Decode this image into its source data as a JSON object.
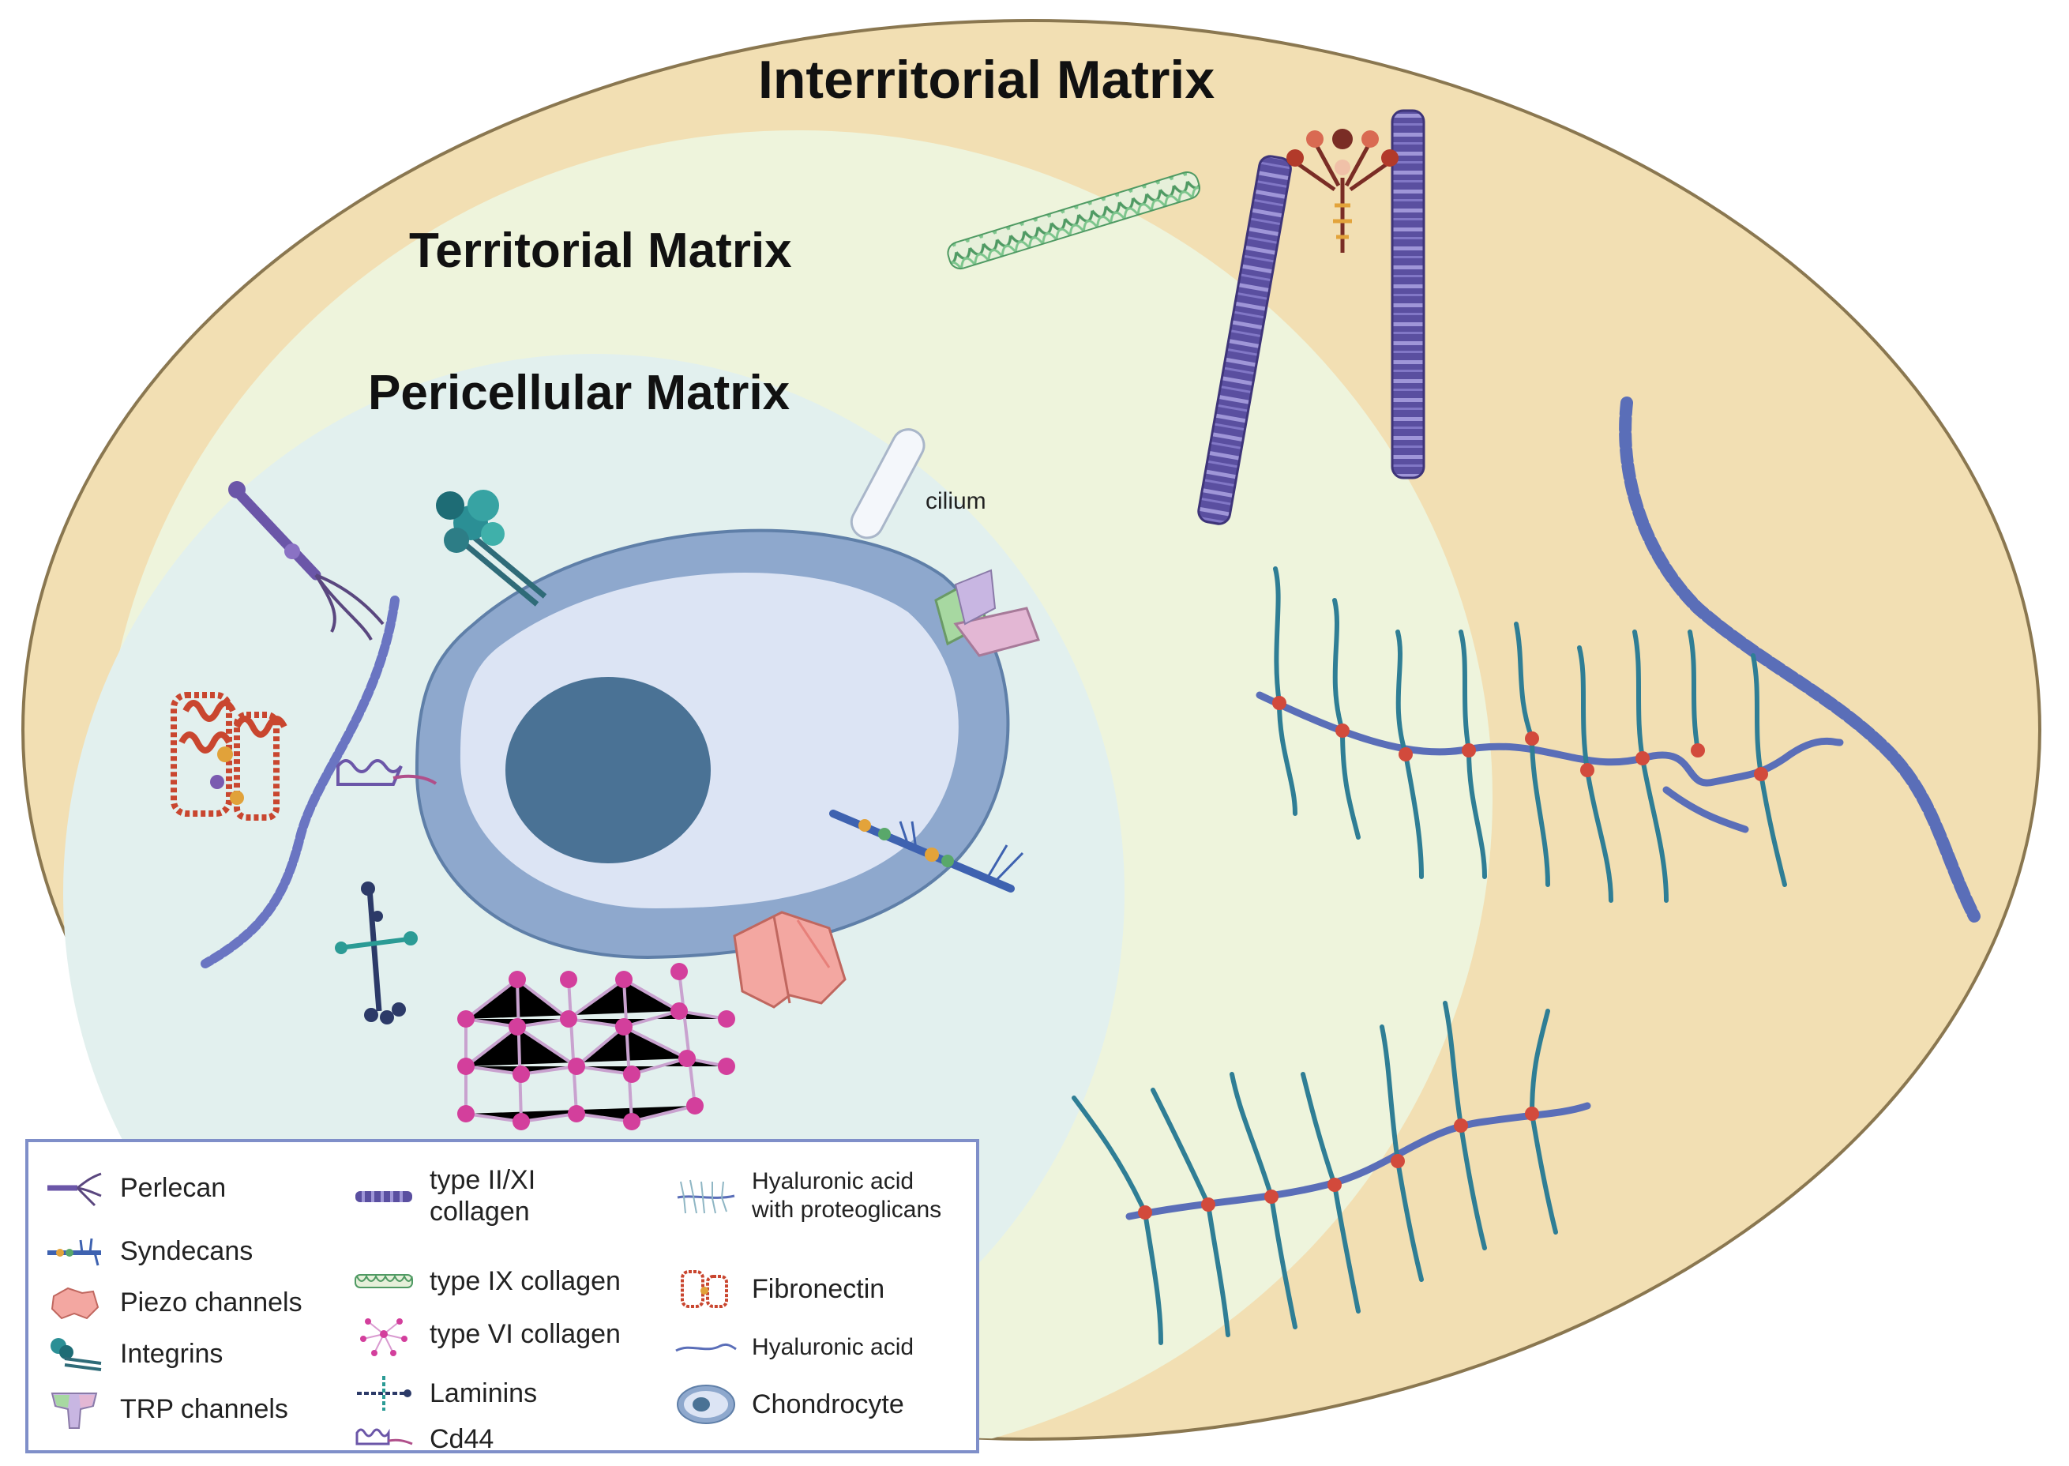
{
  "zones": {
    "interterritorial": "Interritorial Matrix",
    "territorial": "Territorial Matrix",
    "pericellular": "Pericellular Matrix"
  },
  "cell_label": "cilium",
  "legend": {
    "col1": [
      "Perlecan",
      "Syndecans",
      "Piezo channels",
      "Integrins",
      "TRP channels"
    ],
    "col2": [
      "type II/XI\ncollagen",
      "type IX collagen",
      "type VI collagen",
      "Laminins",
      "Cd44"
    ],
    "col3": [
      "Hyaluronic acid\nwith proteoglicans",
      "Fibronectin",
      "Hyaluronic acid",
      "Chondrocyte"
    ]
  },
  "colors": {
    "interterritorial": "#f2dfb3",
    "territorial": "#eef4dc",
    "pericellular": "#e2f0ee",
    "cell_membrane": "#8ea8cd",
    "cytoplasm": "#dce4f4",
    "nucleus": "#4a7295",
    "collagen_purple": "#5e55a3",
    "hyaluronan": "#5a6eb8",
    "proteoglycan": "#2f7e95",
    "fibronectin": "#c9462f",
    "collagen_vi": "#d33f9c",
    "piezo": "#f1a5a5",
    "legend_border": "#7f8fc9"
  }
}
